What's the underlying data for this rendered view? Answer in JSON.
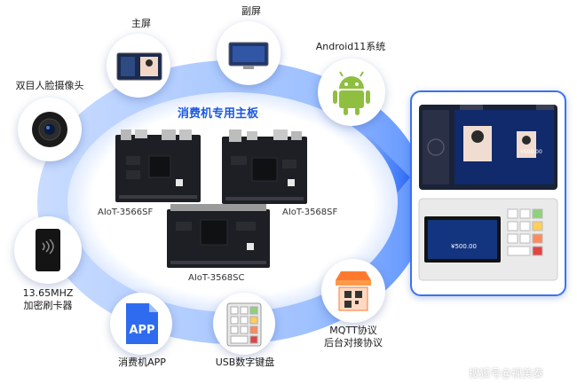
{
  "center": {
    "title": "消费机专用主板",
    "boards": [
      "AIoT-3566SF",
      "AIoT-3568SF",
      "AIoT-3568SC"
    ]
  },
  "features": [
    {
      "id": "main-screen",
      "label": "主屏",
      "icon": "tablet-screen-icon"
    },
    {
      "id": "sub-screen",
      "label": "副屏",
      "icon": "small-display-icon"
    },
    {
      "id": "android",
      "label": "Android11系统",
      "icon": "android-robot-icon"
    },
    {
      "id": "camera",
      "label": "双目人脸摄像头",
      "icon": "binocular-camera-icon"
    },
    {
      "id": "card-reader",
      "label_line1": "13.65MHZ",
      "label_line2": "加密刷卡器",
      "icon": "card-reader-icon"
    },
    {
      "id": "app",
      "label": "消费机APP",
      "icon_text": "APP",
      "icon": "app-file-icon"
    },
    {
      "id": "keypad",
      "label": "USB数字键盘",
      "icon": "keypad-icon"
    },
    {
      "id": "mqtt",
      "label_line1": "MQTT协议",
      "label_line2": "后台对接协议",
      "icon": "store-qr-icon"
    }
  ],
  "device": {
    "top_amount": "¥500.00",
    "bottom_amount": "¥500.00"
  },
  "watermark": "搜狐号@视美泰",
  "colors": {
    "accent": "#1a58e0",
    "ring": "#9ec2ff",
    "android": "#8fbf3f",
    "app": "#2f6bef",
    "store": "#ff7a2f"
  }
}
